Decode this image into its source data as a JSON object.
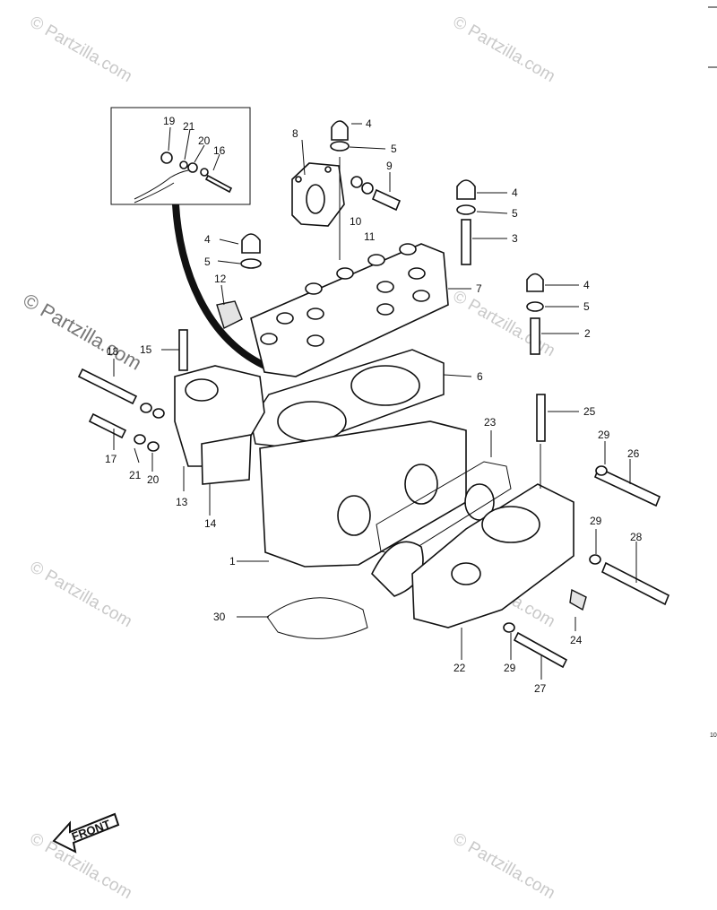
{
  "watermark": {
    "text": "© Partzilla.com",
    "small_text": "Partzilla.com"
  },
  "front_label": "FRONT",
  "corner_mark": "10",
  "callouts": [
    "1",
    "2",
    "3",
    "4",
    "4",
    "4",
    "4",
    "5",
    "5",
    "5",
    "5",
    "6",
    "7",
    "8",
    "9",
    "10",
    "11",
    "12",
    "13",
    "14",
    "15",
    "16",
    "17",
    "18",
    "19",
    "20",
    "20",
    "21",
    "21",
    "22",
    "23",
    "24",
    "25",
    "26",
    "27",
    "28",
    "29",
    "29",
    "29",
    "30"
  ]
}
